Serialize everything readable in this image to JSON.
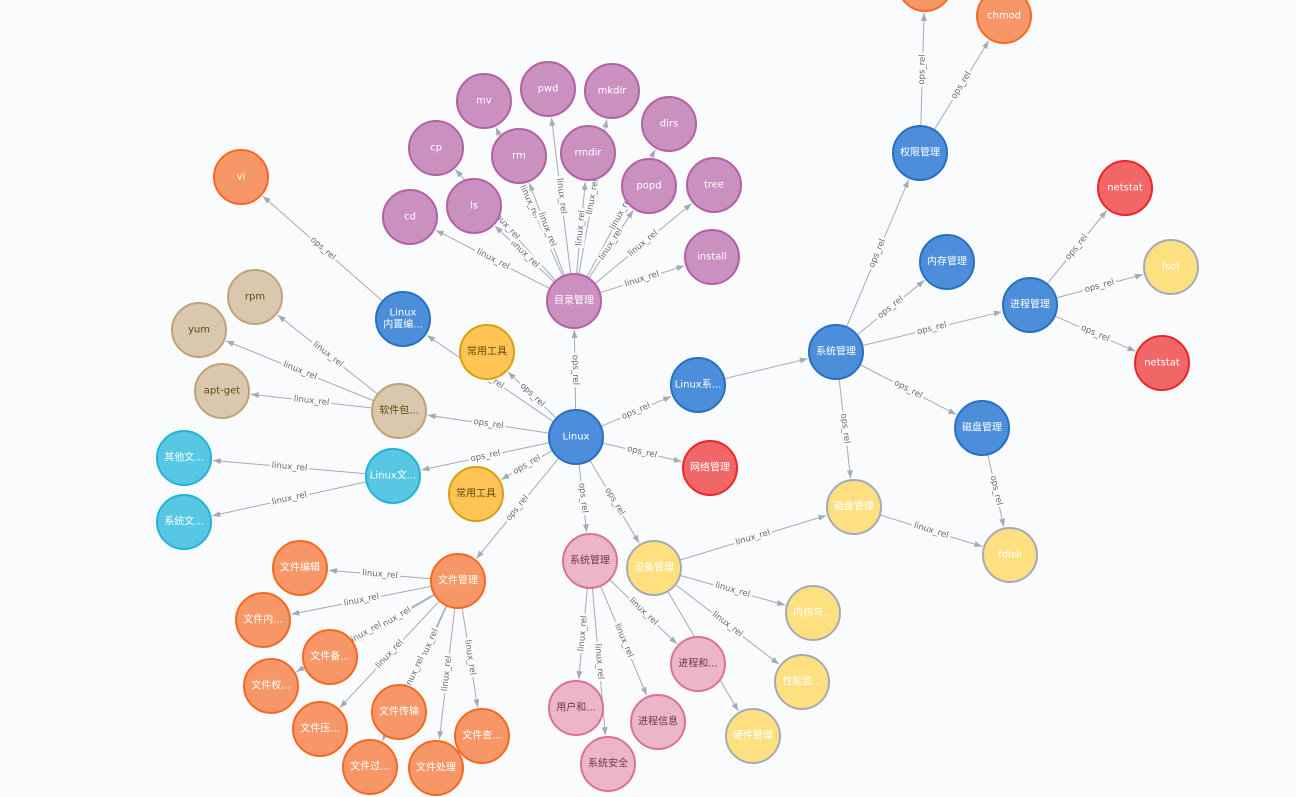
{
  "graph": {
    "background": "#FAFBFC",
    "edge_color": "#A5ABB6",
    "styles": [
      {
        "fill": "#4C8EDA",
        "stroke": "#2870C2",
        "text": "#FFFFFF"
      },
      {
        "fill": "#C990C0",
        "stroke": "#B261A5",
        "text": "#FFFFFF"
      },
      {
        "fill": "#F79767",
        "stroke": "#F36924",
        "text": "#FFFFFF"
      },
      {
        "fill": "#F16667",
        "stroke": "#EB2728",
        "text": "#FFFFFF"
      },
      {
        "fill": "#FFE081",
        "stroke": "#A5ABB6",
        "text": "#FFFFFF"
      },
      {
        "fill": "#FFC454",
        "stroke": "#D7A013",
        "text": "#604A0E"
      },
      {
        "fill": "#D9C8AE",
        "stroke": "#C0A378",
        "text": "#604A0E"
      },
      {
        "fill": "#57C7E3",
        "stroke": "#23B3D7",
        "text": "#FFFFFF"
      },
      {
        "fill": "#ECB5C9",
        "stroke": "#DA7298",
        "text": "#6B3A4A"
      }
    ],
    "nodes": [
      {
        "lines": [
          "Linux"
        ],
        "style": 0
      },
      {
        "lines": [
          "Linux",
          "内置编..."
        ],
        "style": 0
      },
      {
        "lines": [
          "常用工具"
        ],
        "style": 5
      },
      {
        "lines": [
          "目录管理"
        ],
        "style": 1
      },
      {
        "lines": [
          "Linux系..."
        ],
        "style": 0
      },
      {
        "lines": [
          "网络管理"
        ],
        "style": 3
      },
      {
        "lines": [
          "软件包..."
        ],
        "style": 6
      },
      {
        "lines": [
          "Linux文..."
        ],
        "style": 7
      },
      {
        "lines": [
          "常用工具"
        ],
        "style": 5
      },
      {
        "lines": [
          "文件管理"
        ],
        "style": 2
      },
      {
        "lines": [
          "系统管理"
        ],
        "style": 8
      },
      {
        "lines": [
          "设备管理"
        ],
        "style": 4
      },
      {
        "lines": [
          "vi"
        ],
        "style": 2
      },
      {
        "lines": [
          "rpm"
        ],
        "style": 6
      },
      {
        "lines": [
          "yum"
        ],
        "style": 6
      },
      {
        "lines": [
          "apt-get"
        ],
        "style": 6
      },
      {
        "lines": [
          "其他文..."
        ],
        "style": 7
      },
      {
        "lines": [
          "系统文..."
        ],
        "style": 7
      },
      {
        "lines": [
          "系统管理"
        ],
        "style": 0
      },
      {
        "lines": [
          "权限管理"
        ],
        "style": 0
      },
      {
        "lines": [
          "内存管理"
        ],
        "style": 0
      },
      {
        "lines": [
          "进程管理"
        ],
        "style": 0
      },
      {
        "lines": [
          "磁盘管理"
        ],
        "style": 0
      },
      {
        "lines": [
          "磁盘管理"
        ],
        "style": 4
      },
      {
        "lines": [],
        "style": 2
      },
      {
        "lines": [
          "chmod"
        ],
        "style": 2
      },
      {
        "lines": [
          "netstat"
        ],
        "style": 3
      },
      {
        "lines": [
          "lsof"
        ],
        "style": 4
      },
      {
        "lines": [
          "netstat"
        ],
        "style": 3
      },
      {
        "lines": [
          "fdisk"
        ],
        "style": 4
      },
      {
        "lines": [
          "cd"
        ],
        "style": 1
      },
      {
        "lines": [
          "ls"
        ],
        "style": 1
      },
      {
        "lines": [
          "cp"
        ],
        "style": 1
      },
      {
        "lines": [
          "mv"
        ],
        "style": 1
      },
      {
        "lines": [
          "rm"
        ],
        "style": 1
      },
      {
        "lines": [
          "pwd"
        ],
        "style": 1
      },
      {
        "lines": [
          "rmdir"
        ],
        "style": 1
      },
      {
        "lines": [
          "mkdir"
        ],
        "style": 1
      },
      {
        "lines": [
          "dirs"
        ],
        "style": 1
      },
      {
        "lines": [
          "popd"
        ],
        "style": 1
      },
      {
        "lines": [
          "tree"
        ],
        "style": 1
      },
      {
        "lines": [
          "install"
        ],
        "style": 1
      },
      {
        "lines": [
          "文件编辑"
        ],
        "style": 2
      },
      {
        "lines": [
          "文件内..."
        ],
        "style": 2
      },
      {
        "lines": [
          "文件备..."
        ],
        "style": 2
      },
      {
        "lines": [
          "文件权..."
        ],
        "style": 2
      },
      {
        "lines": [
          "文件压..."
        ],
        "style": 2
      },
      {
        "lines": [
          "文件传输"
        ],
        "style": 2
      },
      {
        "lines": [
          "文件查..."
        ],
        "style": 2
      },
      {
        "lines": [
          "文件过..."
        ],
        "style": 2
      },
      {
        "lines": [
          "文件处理"
        ],
        "style": 2
      },
      {
        "lines": [
          "用户和..."
        ],
        "style": 8
      },
      {
        "lines": [
          "进程信息"
        ],
        "style": 8
      },
      {
        "lines": [
          "系统安全"
        ],
        "style": 8
      },
      {
        "lines": [
          "进程和..."
        ],
        "style": 8
      },
      {
        "lines": [
          "内核与..."
        ],
        "style": 4
      },
      {
        "lines": [
          "性能监..."
        ],
        "style": 4
      },
      {
        "lines": [
          "硬件管理"
        ],
        "style": 4
      }
    ],
    "edges": [
      {
        "from": 0,
        "to": 1,
        "label": "ops_rel"
      },
      {
        "from": 0,
        "to": 2,
        "label": "ops_rel"
      },
      {
        "from": 0,
        "to": 3,
        "label": "ops_rel"
      },
      {
        "from": 0,
        "to": 4,
        "label": "ops_rel"
      },
      {
        "from": 0,
        "to": 5,
        "label": "ops_rel"
      },
      {
        "from": 0,
        "to": 6,
        "label": "ops_rel"
      },
      {
        "from": 0,
        "to": 7,
        "label": "ops_rel"
      },
      {
        "from": 0,
        "to": 8,
        "label": "ops_rel"
      },
      {
        "from": 0,
        "to": 9,
        "label": "ops_rel"
      },
      {
        "from": 0,
        "to": 10,
        "label": "ops_rel"
      },
      {
        "from": 0,
        "to": 11,
        "label": "ops_rel"
      },
      {
        "from": 1,
        "to": 12,
        "label": "ops_rel"
      },
      {
        "from": 6,
        "to": 13,
        "label": "linux_rel"
      },
      {
        "from": 6,
        "to": 14,
        "label": "linux_rel"
      },
      {
        "from": 6,
        "to": 15,
        "label": "linux_rel"
      },
      {
        "from": 7,
        "to": 16,
        "label": "linux_rel"
      },
      {
        "from": 7,
        "to": 17,
        "label": "linux_rel"
      },
      {
        "from": 4,
        "to": 18
      },
      {
        "from": 18,
        "to": 19,
        "label": "ops_rel"
      },
      {
        "from": 18,
        "to": 20,
        "label": "ops_rel"
      },
      {
        "from": 18,
        "to": 21,
        "label": "ops_rel"
      },
      {
        "from": 18,
        "to": 22,
        "label": "ops_rel"
      },
      {
        "from": 18,
        "to": 23,
        "label": "ops_rel"
      },
      {
        "from": 19,
        "to": 24,
        "label": "ops_rel"
      },
      {
        "from": 19,
        "to": 25,
        "label": "ops_rel"
      },
      {
        "from": 21,
        "to": 26,
        "label": "ops_rel"
      },
      {
        "from": 21,
        "to": 27,
        "label": "ops_rel"
      },
      {
        "from": 21,
        "to": 28,
        "label": "ops_rel"
      },
      {
        "from": 22,
        "to": 29,
        "label": "ops_rel"
      },
      {
        "from": 23,
        "to": 29,
        "label": "linux_rel"
      },
      {
        "from": 11,
        "to": 23,
        "label": "linux_rel"
      },
      {
        "from": 3,
        "to": 30,
        "label": "linux_rel"
      },
      {
        "from": 3,
        "to": 31,
        "label": "linux_rel"
      },
      {
        "from": 3,
        "to": 32,
        "label": "linux_rel"
      },
      {
        "from": 3,
        "to": 33,
        "label": "linux_rel"
      },
      {
        "from": 3,
        "to": 34,
        "label": "linux_rel"
      },
      {
        "from": 3,
        "to": 35,
        "label": "linux_rel"
      },
      {
        "from": 3,
        "to": 36,
        "label": "linux_rel"
      },
      {
        "from": 3,
        "to": 37,
        "label": "linux_rel"
      },
      {
        "from": 3,
        "to": 38,
        "label": "linux_rel"
      },
      {
        "from": 3,
        "to": 39,
        "label": "linux_rel"
      },
      {
        "from": 3,
        "to": 40,
        "label": "linux_rel"
      },
      {
        "from": 3,
        "to": 41,
        "label": "linux_rel"
      },
      {
        "from": 9,
        "to": 42,
        "label": "linux_rel"
      },
      {
        "from": 9,
        "to": 43,
        "label": "linux_rel"
      },
      {
        "from": 9,
        "to": 44,
        "label": "linux_rel"
      },
      {
        "from": 9,
        "to": 45,
        "label": "linux_rel"
      },
      {
        "from": 9,
        "to": 46,
        "label": "linux_rel"
      },
      {
        "from": 9,
        "to": 47,
        "label": "linux_rel"
      },
      {
        "from": 9,
        "to": 48,
        "label": "linux_rel"
      },
      {
        "from": 9,
        "to": 49,
        "label": "linux_rel"
      },
      {
        "from": 9,
        "to": 50,
        "label": "linux_rel"
      },
      {
        "from": 10,
        "to": 51,
        "label": "linux_rel"
      },
      {
        "from": 10,
        "to": 52,
        "label": "linux_rel"
      },
      {
        "from": 10,
        "to": 53,
        "label": "linux_rel"
      },
      {
        "from": 10,
        "to": 54,
        "label": "linux_rel"
      },
      {
        "from": 11,
        "to": 55,
        "label": "linux_rel"
      },
      {
        "from": 11,
        "to": 56,
        "label": "linux_rel"
      },
      {
        "from": 11,
        "to": 57
      }
    ]
  }
}
